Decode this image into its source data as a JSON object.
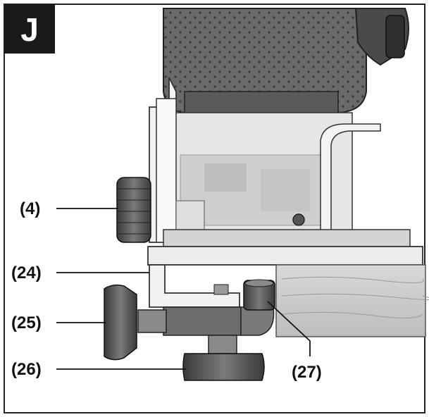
{
  "figure": {
    "badge": "J",
    "callouts": [
      {
        "id": "4",
        "label": "(4)"
      },
      {
        "id": "24",
        "label": "(24)"
      },
      {
        "id": "25",
        "label": "(25)"
      },
      {
        "id": "26",
        "label": "(26)"
      },
      {
        "id": "27",
        "label": "(27)"
      }
    ]
  }
}
